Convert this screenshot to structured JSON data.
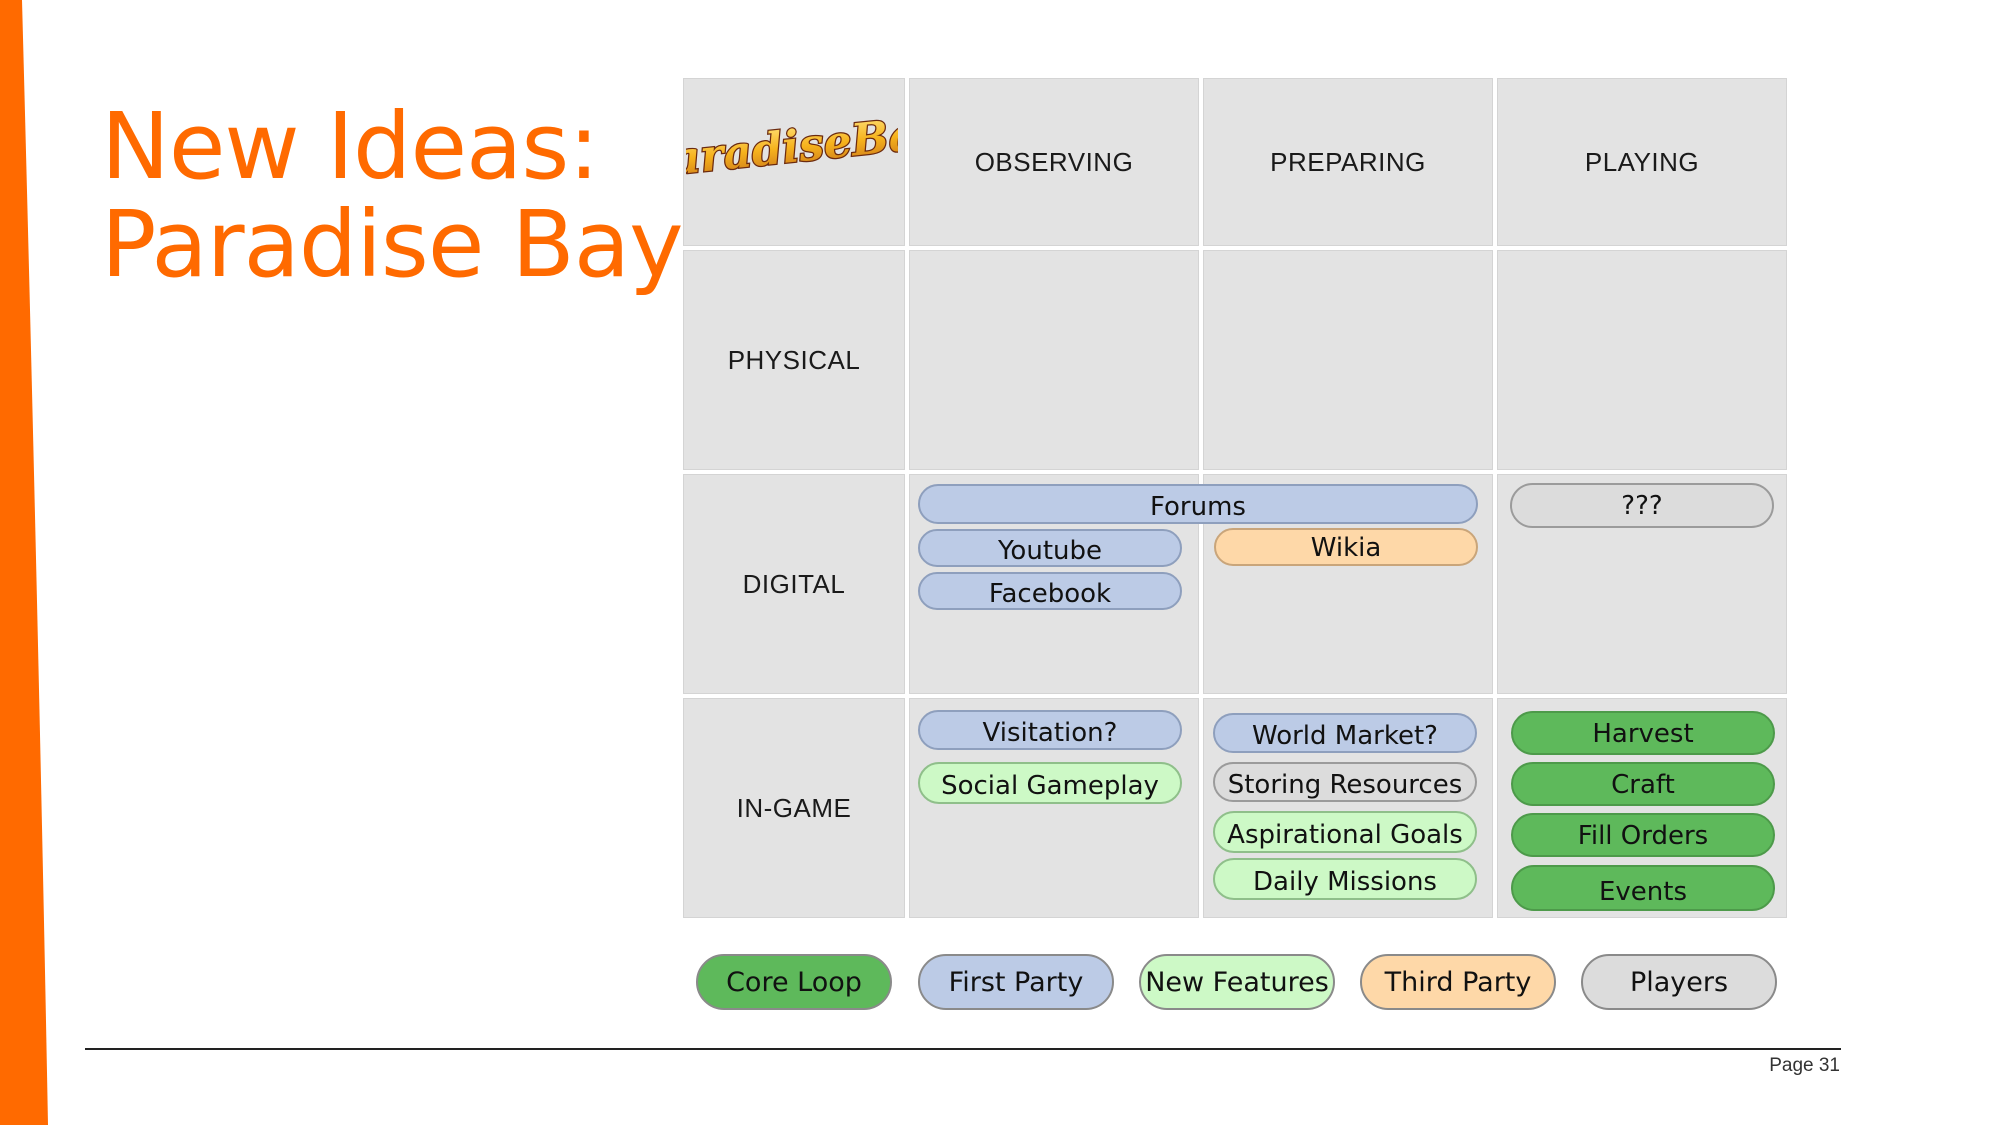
{
  "title": {
    "line1": "New Ideas:",
    "line2": "Paradise Bay"
  },
  "logo": {
    "text": "ParadiseBay"
  },
  "columns": [
    "OBSERVING",
    "PREPARING",
    "PLAYING"
  ],
  "rows": [
    "PHYSICAL",
    "DIGITAL",
    "IN-GAME"
  ],
  "pills": {
    "forums": "Forums",
    "youtube": "Youtube",
    "facebook": "Facebook",
    "wikia": "Wikia",
    "unknown": "???",
    "visitation": "Visitation?",
    "social_gameplay": "Social Gameplay",
    "world_market": "World Market?",
    "storing_resources": "Storing Resources",
    "aspirational_goals": "Aspirational Goals",
    "daily_missions": "Daily Missions",
    "harvest": "Harvest",
    "craft": "Craft",
    "fill_orders": "Fill Orders",
    "events": "Events"
  },
  "legend": {
    "core_loop": "Core Loop",
    "first_party": "First Party",
    "new_features": "New Features",
    "third_party": "Third Party",
    "players": "Players"
  },
  "colors": {
    "accent": "#ff6a00",
    "core_loop": "#5eb95b",
    "first_party": "#bccbe6",
    "new_features": "#cdf9c6",
    "third_party": "#fed8a8",
    "players": "#dcdcdc"
  },
  "footer": {
    "page": "Page 31"
  }
}
